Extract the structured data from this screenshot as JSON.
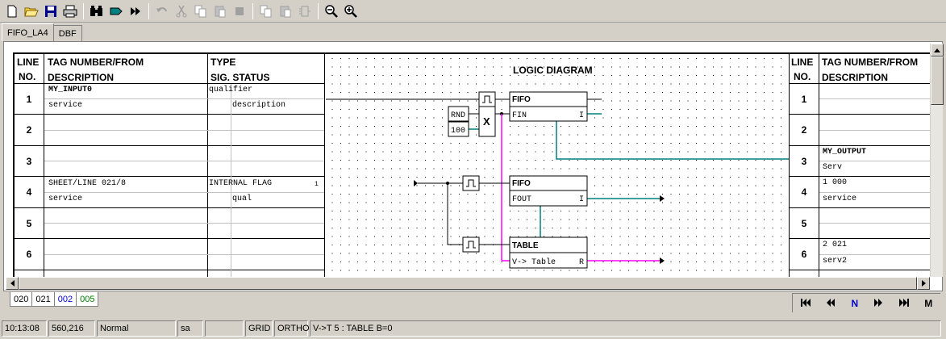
{
  "toolbar": {
    "icons": [
      "new-icon",
      "open-icon",
      "save-icon",
      "print-icon",
      "find-icon",
      "replace-icon",
      "fast-forward-icon",
      "undo-icon",
      "cut-icon",
      "copy-icon",
      "paste-icon",
      "delete-icon",
      "copy-gate-icon",
      "paste-gate-icon",
      "delete-gate-icon",
      "zoom-out-icon",
      "zoom-in-icon"
    ]
  },
  "doc_tabs": [
    {
      "label": "FIFO_LA4",
      "active": true
    },
    {
      "label": "DBF",
      "active": false
    }
  ],
  "left_header": {
    "line": "LINE",
    "no": "NO.",
    "tag": "TAG NUMBER/FROM",
    "desc": "DESCRIPTION",
    "type": "TYPE",
    "sig": "SIG. STATUS"
  },
  "diagram_title": "LOGIC DIAGRAM",
  "right_header": {
    "line": "LINE",
    "no": "NO.",
    "tag": "TAG NUMBER/FROM",
    "desc": "DESCRIPTION"
  },
  "left_rows": [
    {
      "no": "1",
      "tag": "MY_INPUT0",
      "desc": "service",
      "type": "qualifier",
      "status": "description",
      "flag": ""
    },
    {
      "no": "2",
      "tag": "",
      "desc": "",
      "type": "",
      "status": "",
      "flag": ""
    },
    {
      "no": "3",
      "tag": "",
      "desc": "",
      "type": "",
      "status": "",
      "flag": ""
    },
    {
      "no": "4",
      "tag": "SHEET/LINE 021/8",
      "desc": "service",
      "type": "INTERNAL FLAG",
      "status": "qual",
      "flag": "1"
    },
    {
      "no": "5",
      "tag": "",
      "desc": "",
      "type": "",
      "status": "",
      "flag": ""
    },
    {
      "no": "6",
      "tag": "",
      "desc": "",
      "type": "",
      "status": "",
      "flag": ""
    }
  ],
  "right_rows": [
    {
      "no": "1",
      "tag": "",
      "desc": ""
    },
    {
      "no": "2",
      "tag": "",
      "desc": ""
    },
    {
      "no": "3",
      "tag": "MY_OUTPUT",
      "desc": "Serv"
    },
    {
      "no": "4",
      "tag": "1  000",
      "desc": "service"
    },
    {
      "no": "5",
      "tag": "",
      "desc": ""
    },
    {
      "no": "6",
      "tag": "2  021",
      "desc": "serv2"
    }
  ],
  "blocks": {
    "fifo1": {
      "title": "FIFO",
      "pin": "FIN",
      "out": "I"
    },
    "fifo2": {
      "title": "FIFO",
      "pin": "FOUT",
      "out": "I"
    },
    "table": {
      "title": "TABLE",
      "pin": "V-> Table",
      "out": "R"
    },
    "rnd": "RND",
    "hundred": "100",
    "mult": "X"
  },
  "sheet_tabs": [
    {
      "label": "020",
      "color": "#000000"
    },
    {
      "label": "021",
      "color": "#000000"
    },
    {
      "label": "002",
      "color": "#0000cc"
    },
    {
      "label": "005",
      "color": "#008000"
    }
  ],
  "nav": {
    "first": "⏮",
    "prev": "◀◀",
    "n": "N",
    "next": "▶▶",
    "last": "⏭",
    "m": "M"
  },
  "status": {
    "time": "10:13:08",
    "coords": "560,216",
    "mode": "Normal",
    "user": "sa",
    "blank": "",
    "grid": "GRID",
    "ortho": "ORTHO",
    "message": "V->T 5 : TABLE B=0"
  },
  "colors": {
    "teal": "#007c7c",
    "magenta": "#ff00ff",
    "navy": "#000080"
  }
}
